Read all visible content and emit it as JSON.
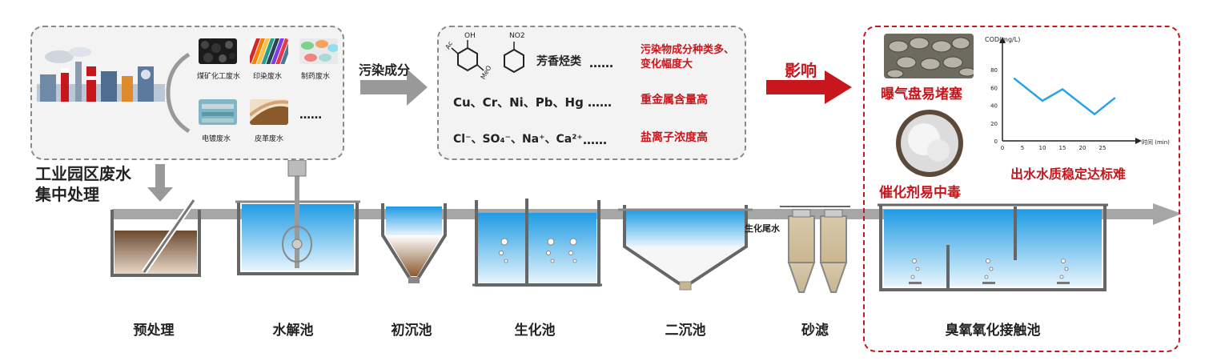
{
  "sources": {
    "items": [
      {
        "label": "煤矿化工废水"
      },
      {
        "label": "印染废水"
      },
      {
        "label": "制药废水"
      },
      {
        "label": "电镀废水"
      },
      {
        "label": "皮革废水"
      }
    ],
    "more": "……"
  },
  "flow_label_left": "污染成分",
  "pollutants": {
    "aromatic": {
      "chem_oh": "OH",
      "chem_ac": "Ac",
      "chem_meo": "MeO",
      "chem_no2": "NO2",
      "label": "芳香烃类",
      "dots": "……",
      "note": "污染物成分种类多、变化幅度大"
    },
    "metals": {
      "label": "Cu、Cr、Ni、Pb、Hg",
      "dots": "……",
      "note": "重金属含量高"
    },
    "salts": {
      "label": "Cl⁻、SO₄⁻、Na⁺、Ca²⁺",
      "dots": "……",
      "note": "盐离子浓度高"
    }
  },
  "impact_label": "影响",
  "impacts": {
    "aerator_blocked": "曝气盘易堵塞",
    "catalyst_poisoned": "催化剂易中毒",
    "effluent_unstable": "出水水质稳定达标难"
  },
  "park_label": "工业园区废水集中处理",
  "bio_tail_label": "生化尾水",
  "stages": [
    "预处理",
    "水解池",
    "初沉池",
    "生化池",
    "二沉池",
    "砂滤",
    "臭氧氧化接触池"
  ],
  "colors": {
    "accent_red": "#c8161d",
    "water_blue": "#2aa3e6",
    "sludge_brown": "#7a5a3a",
    "pipe_gray": "#9a9a9a"
  },
  "chart_data": {
    "type": "line",
    "ylabel": "COD(mg/L)",
    "xlabel": "时间 (min)",
    "x_ticks": [
      0,
      5,
      10,
      15,
      20,
      25
    ],
    "y_ticks": [
      0,
      20,
      40,
      60,
      80
    ],
    "xlim": [
      0,
      30
    ],
    "ylim": [
      0,
      90
    ],
    "x": [
      3,
      10,
      15,
      23,
      28
    ],
    "y": [
      70,
      45,
      58,
      30,
      48
    ],
    "color": "#2aa3e6"
  }
}
